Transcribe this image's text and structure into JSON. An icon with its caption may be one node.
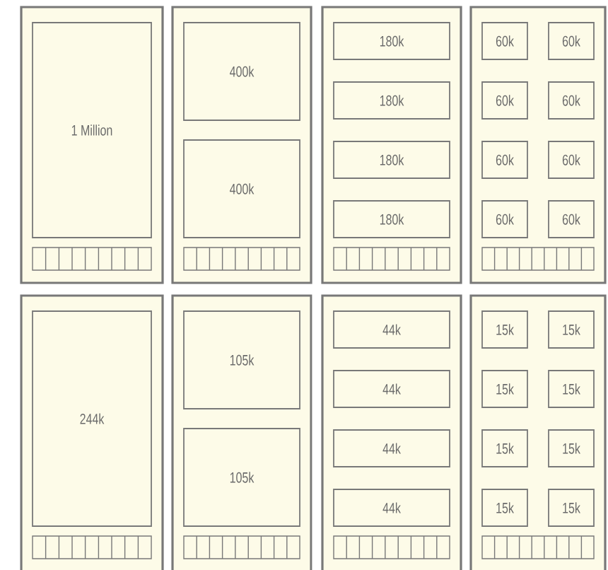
{
  "diagram": {
    "nodes": [
      {
        "text": [],
        "shape": "box"
      },
      {
        "text": [
          "1 Million"
        ],
        "in": 0
      },
      {
        "text": [],
        "shape": "box"
      },
      {
        "text": [
          "400k"
        ],
        "in": 2
      },
      {
        "text": [
          "400k"
        ],
        "in": 2
      },
      {
        "text": [],
        "shape": "box"
      },
      {
        "text": [
          "180k"
        ],
        "in": 5
      },
      {
        "text": [
          "180k"
        ],
        "in": 5
      },
      {
        "text": [
          "180k"
        ],
        "in": 5
      },
      {
        "text": [
          "180k"
        ],
        "in": 5
      },
      {
        "text": [],
        "shape": "box"
      },
      {
        "text": [
          "60k"
        ],
        "in": 10
      },
      {
        "text": [
          "60k"
        ],
        "in": 10
      },
      {
        "text": [
          "60k"
        ],
        "in": 10
      },
      {
        "text": [
          "60k"
        ],
        "in": 10
      },
      {
        "text": [
          "60k"
        ],
        "in": 10
      },
      {
        "text": [
          "60k"
        ],
        "in": 10
      },
      {
        "text": [
          "60k"
        ],
        "in": 10
      },
      {
        "text": [
          "60k"
        ],
        "in": 10
      },
      {
        "text": [],
        "shape": "box"
      },
      {
        "text": [
          "244k"
        ],
        "in": 19
      },
      {
        "text": [],
        "shape": "box"
      },
      {
        "text": [
          "105k"
        ],
        "in": 21
      },
      {
        "text": [
          "105k"
        ],
        "in": 21
      },
      {
        "text": [],
        "shape": "box"
      },
      {
        "text": [
          "44k"
        ],
        "in": 24
      },
      {
        "text": [
          "44k"
        ],
        "in": 24
      },
      {
        "text": [
          "44k"
        ],
        "in": 24
      },
      {
        "text": [
          "44k"
        ],
        "in": 24
      },
      {
        "text": [],
        "shape": "box"
      },
      {
        "text": [
          "15k"
        ],
        "in": 29
      },
      {
        "text": [
          "15k"
        ],
        "in": 29
      },
      {
        "text": [
          "15k"
        ],
        "in": 29
      },
      {
        "text": [
          "15k"
        ],
        "in": 29
      },
      {
        "text": [
          "15k"
        ],
        "in": 29
      },
      {
        "text": [
          "15k"
        ],
        "in": 29
      },
      {
        "text": [
          "15k"
        ],
        "in": 29
      },
      {
        "text": [
          "15k"
        ],
        "in": 29
      }
    ]
  }
}
